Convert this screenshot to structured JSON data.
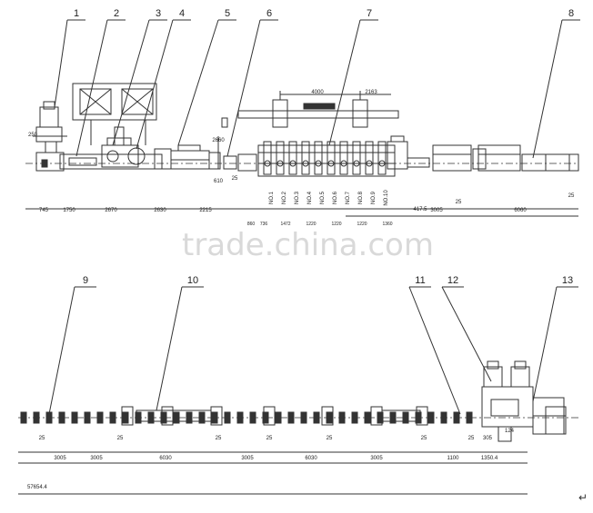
{
  "callouts_top": [
    "1",
    "2",
    "3",
    "4",
    "5",
    "6",
    "7",
    "8"
  ],
  "callouts_bottom": [
    "9",
    "10",
    "11",
    "12",
    "13"
  ],
  "dims_top": [
    "745",
    "1750",
    "2670",
    "2630",
    "2215",
    "3005",
    "6060"
  ],
  "dims_top_small": [
    "4000",
    "2163",
    "2660",
    "250",
    "610",
    "25",
    "25",
    "25",
    "417.5"
  ],
  "stand_labels": [
    "NO.1",
    "NO.2",
    "NO.3",
    "NO.4",
    "NO.5",
    "NO.6",
    "NO.7",
    "NO.8",
    "NO.9",
    "NO.10"
  ],
  "dims_stands": [
    "860",
    "736",
    "1472",
    "1220",
    "1220",
    "1220",
    "1360"
  ],
  "dims_bottom": [
    "3005",
    "3005",
    "6030",
    "3005",
    "6030",
    "3005",
    "1100",
    "1350.4"
  ],
  "dims_bottom_small": [
    "25",
    "25",
    "25",
    "25",
    "25",
    "25",
    "25",
    "305",
    "124"
  ],
  "total_length": "57654.4",
  "watermark": "trade.china.com",
  "enter_glyph": "↵"
}
